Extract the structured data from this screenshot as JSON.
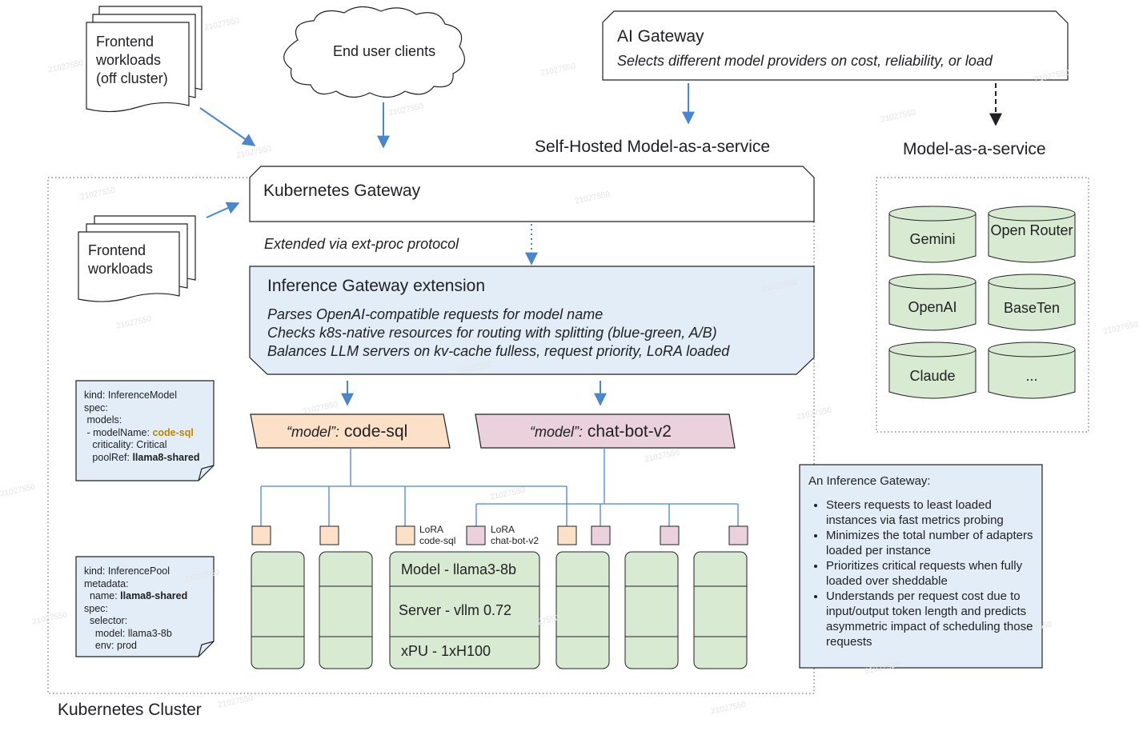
{
  "frontend_off": {
    "line1": "Frontend",
    "line2": "workloads",
    "line3": "(off cluster)"
  },
  "end_user": {
    "label": "End user clients"
  },
  "ai_gateway": {
    "title": "AI Gateway",
    "desc": "Selects different model providers on cost, reliability, or load"
  },
  "self_hosted": {
    "label": "Self-Hosted Model-as-a-service"
  },
  "maas": {
    "label": "Model-as-a-service",
    "providers": [
      "Gemini",
      "Open Router",
      "OpenAI",
      "BaseTen",
      "Claude",
      "..."
    ]
  },
  "k8s_gateway": {
    "label": "Kubernetes Gateway"
  },
  "frontend_in": {
    "line1": "Frontend",
    "line2": "workloads"
  },
  "ext_proc": {
    "label": "Extended via ext-proc protocol"
  },
  "igw_ext": {
    "title": "Inference Gateway extension",
    "line1": "Parses OpenAI-compatible requests for model name",
    "line2": "Checks k8s-native resources for routing with splitting (blue-green, A/B)",
    "line3": "Balances LLM servers on kv-cache fulless, request priority, LoRA loaded"
  },
  "inference_model": {
    "l1": "kind: InferenceModel",
    "l2": "spec:",
    "l3": " models:",
    "l4a": " - modelName: ",
    "l4b": "code-sql",
    "l5": "   criticality: Critical",
    "l6a": "   poolRef: ",
    "l6b": "llama8-shared"
  },
  "inference_pool": {
    "l1": "kind: InferencePool",
    "l2": "metadata:",
    "l3a": "  name: ",
    "l3b": "llama8-shared",
    "l4": "spec:",
    "l5": "  selector:",
    "l6": "    model: llama3-8b",
    "l7": "    env: prod"
  },
  "model_codesql": {
    "key": "“model”:",
    "value": "code-sql"
  },
  "model_chatbot": {
    "key": "“model”:",
    "value": "chat-bot-v2"
  },
  "lora_codesql": {
    "l1": "LoRA",
    "l2": "code-sql"
  },
  "lora_chatbot": {
    "l1": "LoRA",
    "l2": "chat-bot-v2"
  },
  "server": {
    "model": "Model - llama3-8b",
    "runtime": "Server - vllm 0.72",
    "xpu": "xPU - 1xH100"
  },
  "cluster_label": "Kubernetes Cluster",
  "igw_notes": {
    "title": "An Inference Gateway:",
    "items": [
      "Steers requests to least loaded instances via fast metrics probing",
      "Minimizes the total number of adapters loaded per instance",
      "Prioritizes critical requests when fully loaded over sheddable",
      "Understands per request cost due to input/output token length and predicts asymmetric impact of scheduling those requests"
    ]
  },
  "watermark": "21027550",
  "colors": {
    "arrow": "#4a86c8",
    "igw_fill": "#e3edf8",
    "codesql_fill": "#fce1c8",
    "chatbot_fill": "#ead1dc",
    "server_fill": "#d9ead3",
    "provider_fill": "#d9ead3"
  }
}
